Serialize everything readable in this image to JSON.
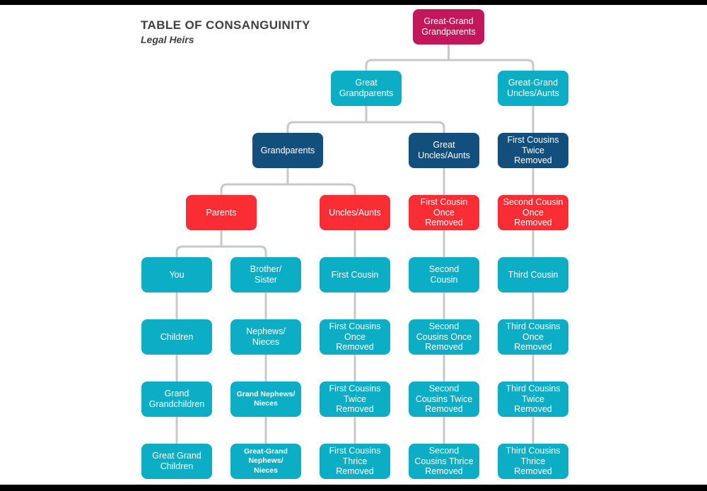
{
  "header": {
    "title": "TABLE OF CONSANGUINITY",
    "subtitle": "Legal Heirs"
  },
  "colors": {
    "canvas": "#FFFFFF",
    "letterbox": "#000000",
    "crimson": "#C2185B",
    "cyan": "#0BAEC4",
    "dark_blue": "#124F7C",
    "red": "#F92D33",
    "connector": "#C8C8C8",
    "title_text": "#3F3F40",
    "node_text": "#FFFFFF"
  },
  "nodes": [
    {
      "label": "Great-Grand\nGrandparents",
      "role": "crimson"
    },
    {
      "label": "Great\nGrandparents",
      "role": "cyan"
    },
    {
      "label": "Great-Grand\nUncles/Aunts",
      "role": "cyan"
    },
    {
      "label": "Grandparents",
      "role": "blue"
    },
    {
      "label": "Great\nUncles/Aunts",
      "role": "blue"
    },
    {
      "label": "First Cousins\nTwice\nRemoved",
      "role": "blue"
    },
    {
      "label": "Parents",
      "role": "red"
    },
    {
      "label": "Uncles/Aunts",
      "role": "red"
    },
    {
      "label": "First Cousin\nOnce\nRemoved",
      "role": "red"
    },
    {
      "label": "Second Cousin\nOnce\nRemoved",
      "role": "red"
    },
    {
      "label": "You",
      "role": "cyan"
    },
    {
      "label": "Brother/\nSister",
      "role": "cyan"
    },
    {
      "label": "First Cousin",
      "role": "cyan"
    },
    {
      "label": "Second\nCousin",
      "role": "cyan"
    },
    {
      "label": "Third Cousin",
      "role": "cyan"
    },
    {
      "label": "Children",
      "role": "cyan"
    },
    {
      "label": "Nephews/\nNieces",
      "role": "cyan"
    },
    {
      "label": "First Cousins\nOnce\nRemoved",
      "role": "cyan"
    },
    {
      "label": "Second\nCousins Once\nRemoved",
      "role": "cyan"
    },
    {
      "label": "Third Cousins\nOnce\nRemoved",
      "role": "cyan"
    },
    {
      "label": "Grand\nGrandchildren",
      "role": "cyan"
    },
    {
      "label": "Grand Nephews/\nNieces",
      "role": "cyan"
    },
    {
      "label": "First Cousins\nTwice\nRemoved",
      "role": "cyan"
    },
    {
      "label": "Second\nCousins Twice\nRemoved",
      "role": "cyan"
    },
    {
      "label": "Third Cousins\nTwice\nRemoved",
      "role": "cyan"
    },
    {
      "label": "Great Grand\nChildren",
      "role": "cyan"
    },
    {
      "label": "Great-Grand\nNephews/\nNieces",
      "role": "cyan"
    },
    {
      "label": "First Cousins\nThrice\nRemoved",
      "role": "cyan"
    },
    {
      "label": "Second\nCousins Thrice\nRemoved",
      "role": "cyan"
    },
    {
      "label": "Third Cousins\nThrice\nRemoved",
      "role": "cyan"
    }
  ]
}
